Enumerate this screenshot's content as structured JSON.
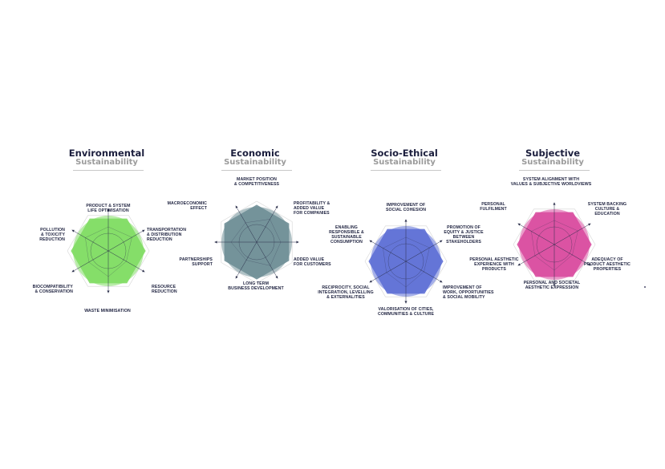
{
  "panels": [
    {
      "title": "Environmental",
      "subtitle": "Sustainability",
      "color": "#7fdc62",
      "labels": [
        "PRODUCT & SYSTEM\nLIFE OPTIMISATION",
        "TRANSPORTATION\n& DISTRIBUTION\nREDUCTION",
        "RESOURCE\nREDUCTION",
        "WASTE MINIMISATION",
        "BIOCOMPATIBILITY\n& CONSERVATION",
        "POLLUTION\n& TOXICITY\nREDUCTION"
      ]
    },
    {
      "title": "Economic",
      "subtitle": "Sustainability",
      "color": "#6e8e96",
      "labels": [
        "MARKET POSITION\n& COMPETITIVENESS",
        "PROFITABILITY &\nADDED VALUE\nFOR COMPANIES",
        "ADDED VALUE\nFOR CUSTOMERS",
        "LONG TERM\nBUSINESS DEVELOPMENT",
        "PARTNERSHIPS\nSUPPORT",
        "MACROECONOMIC\nEFFECT"
      ]
    },
    {
      "title": "Socio-Ethical",
      "subtitle": "Sustainability",
      "color": "#5d6fd6",
      "labels": [
        "IMPROVEMENT OF\nSOCIAL COHESION",
        "PROMOTION OF\nEQUITY & JUSTICE\nBETWEEN\nSTAKEHOLDERS",
        "IMPROVEMENT OF\nWORK, OPPORTUNITIES\n& SOCIAL MOBILITY",
        "VALORISATION OF CITIES,\nCOMMUNITIES & CULTURE",
        "RECIPROCITY, SOCIAL\nINTEGRATION, LEVELLING\n& EXTERNALITIES",
        "ENABLING\nRESPONSIBLE &\nSUSTAINABLE\nCONSUMPTION"
      ]
    },
    {
      "title": "Subjective",
      "subtitle": "Sustainability",
      "color": "#d94b9e",
      "labels": [
        "SYSTEM ALIGNMENT WITH\nVALUES & SUBJECTIVE WORLDVIEWS",
        "SYSTEM BACKING\nCULTURE &\nEDUCATION",
        "ADEQUACY OF\nPRODUCT AESTHETIC\nPROPERTIES",
        "PERSONAL AND SOCIETAL\nAESTHETIC EXPRESSION",
        "PERSONAL AESTHETIC\nEXPERIENCE WITH\nPRODUCTS",
        "PERSONAL\nFULFILMENT"
      ]
    }
  ]
}
